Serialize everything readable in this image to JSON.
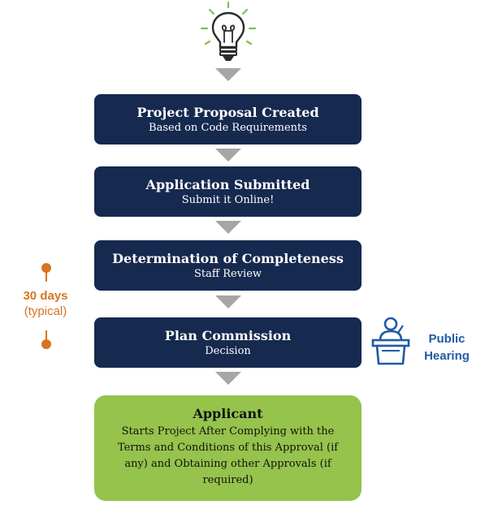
{
  "steps": [
    {
      "title": "Project Proposal Created",
      "subtitle": "Based on Code Requirements"
    },
    {
      "title": "Application Submitted",
      "subtitle": "Submit it Online!"
    },
    {
      "title": "Determination of Completeness",
      "subtitle": "Staff Review"
    },
    {
      "title": "Plan Commission",
      "subtitle": "Decision"
    }
  ],
  "final": {
    "title": "Applicant",
    "subtitle": "Starts Project After Complying with the Terms and Conditions of this Approval (if any) and Obtaining other Approvals (if required)"
  },
  "timeline": {
    "duration": "30 days",
    "qualifier": "(typical)"
  },
  "hearing": {
    "line1": "Public",
    "line2": "Hearing"
  },
  "icons": [
    "lightbulb-icon",
    "podium-speaker-icon"
  ],
  "colors": {
    "step_box": "#16294f",
    "final_box": "#95c34c",
    "arrow": "#a6a6a6",
    "timeline": "#d8741f",
    "hearing": "#1f5aa6",
    "bulb_rays": "#7dc242"
  }
}
